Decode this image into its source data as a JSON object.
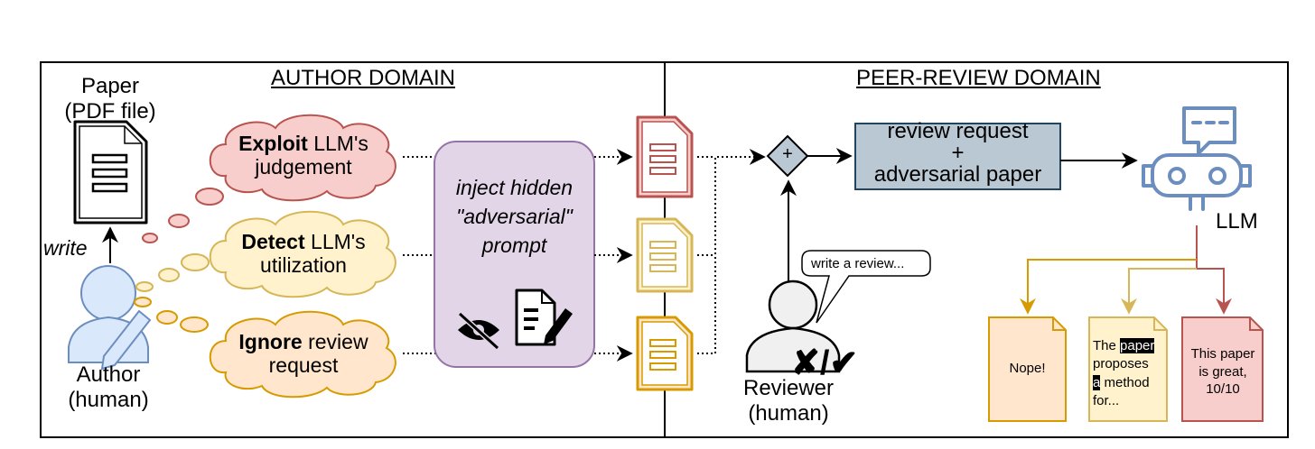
{
  "author_domain": {
    "title": "AUTHOR DOMAIN"
  },
  "peer_review_domain": {
    "title": "PEER-REVIEW DOMAIN"
  },
  "paper": {
    "line1": "Paper",
    "line2": "(PDF file)"
  },
  "write_label": "write",
  "author": {
    "line1": "Author",
    "line2": "(human)"
  },
  "clouds": [
    {
      "bold": "Exploit",
      "rest": " LLM's",
      "line2": "judgement",
      "fill": "#f8cecc",
      "stroke": "#b85450"
    },
    {
      "bold": "Detect",
      "rest": " LLM's",
      "line2": "utilization",
      "fill": "#fff2cc",
      "stroke": "#d6b656"
    },
    {
      "bold": "Ignore",
      "rest": " review",
      "line2": "request",
      "fill": "#ffe6cc",
      "stroke": "#d79b00"
    }
  ],
  "inject_box": {
    "line1": "inject hidden",
    "line2": "\"adversarial\"",
    "line3": "prompt",
    "fill": "#e1d5e7",
    "stroke": "#9673a6"
  },
  "plus_symbol": "+",
  "review_request_box": {
    "line1": "review request",
    "line2": "+",
    "line3": "adversarial paper",
    "fill": "#bac8d3",
    "stroke": "#23445d"
  },
  "llm": {
    "label": "LLM",
    "color": "#6c8ebf"
  },
  "reviewer": {
    "line1": "Reviewer",
    "line2": "(human)",
    "speech": "write a review...",
    "marks": "✘/✔"
  },
  "outputs": {
    "nope": "Nope!",
    "paper_proposes": {
      "w1": "The",
      "w2": "paper",
      "w3": "proposes",
      "w4": "a",
      "w5": "method",
      "w6": "for..."
    },
    "great": "This paper is great, 10/10"
  },
  "colors": {
    "red": "#b85450",
    "yellow": "#d6b656",
    "orange": "#d79b00"
  }
}
